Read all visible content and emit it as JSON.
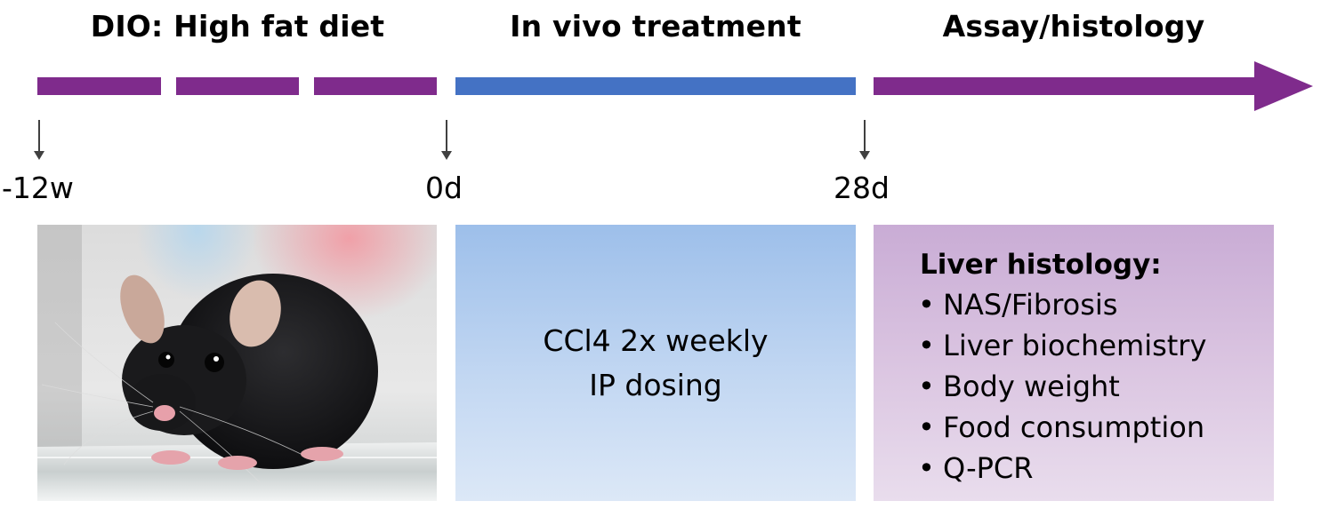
{
  "phases": [
    {
      "title": "DIO: High fat diet",
      "color": "#7f2b8c"
    },
    {
      "title": "In vivo treatment",
      "color": "#4472c4"
    },
    {
      "title": "Assay/histology",
      "color": "#7f2b8c"
    }
  ],
  "timepoints": [
    {
      "label": "-12w"
    },
    {
      "label": "0d"
    },
    {
      "label": "28d"
    }
  ],
  "panels": {
    "photo": {
      "alt": "Black laboratory mouse on a glass platform"
    },
    "treatment": {
      "line1": "CCl4 2x weekly",
      "line2": "IP dosing"
    },
    "assay": {
      "heading": "Liver histology:",
      "bullet": "•",
      "items": [
        "NAS/Fibrosis",
        "Liver biochemistry",
        "Body weight",
        "Food consumption",
        "Q-PCR"
      ]
    }
  },
  "colors": {
    "diet_bar": "#7f2b8c",
    "treatment_bar": "#4472c4",
    "assay_arrow": "#7f2b8c",
    "tick_arrow": "#404040"
  }
}
